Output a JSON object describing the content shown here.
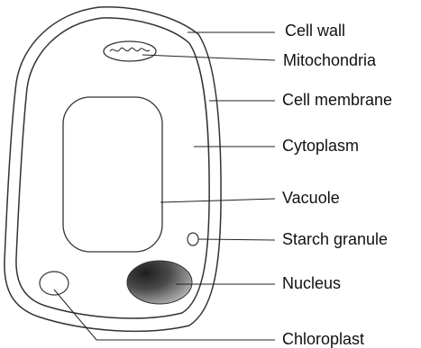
{
  "labels": {
    "cell_wall": "Cell wall",
    "mitochondria": "Mitochondria",
    "cell_membrane": "Cell membrane",
    "cytoplasm": "Cytoplasm",
    "vacuole": "Vacuole",
    "starch_granule": "Starch granule",
    "nucleus": "Nucleus",
    "chloroplast": "Chloroplast"
  },
  "colors": {
    "outline": "#333333",
    "leader_line": "#222222",
    "nucleus_dark": "#1e1e1e",
    "nucleus_light": "#bdbdbd",
    "label_text": "#111111",
    "background": "#ffffff"
  }
}
